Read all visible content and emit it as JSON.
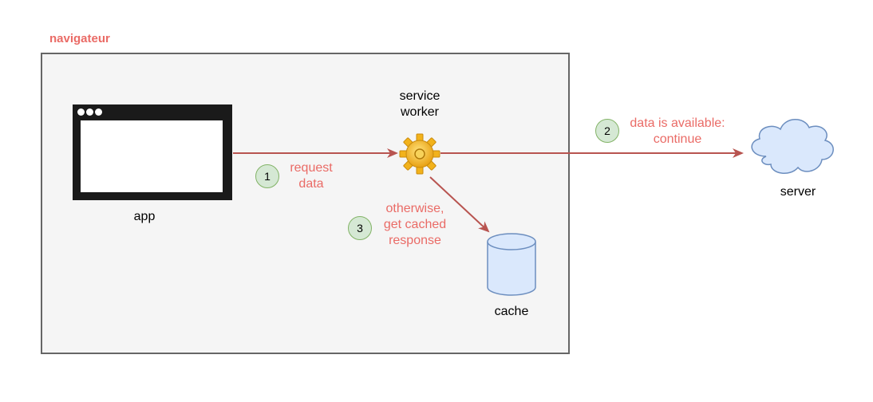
{
  "browser": {
    "label": "navigateur"
  },
  "nodes": {
    "app": "app",
    "service_worker": [
      "service",
      "worker"
    ],
    "server": "server",
    "cache": "cache"
  },
  "steps": [
    {
      "number": "1",
      "lines": [
        "request",
        "data"
      ]
    },
    {
      "number": "2",
      "lines": [
        "data is available:",
        "continue"
      ]
    },
    {
      "number": "3",
      "lines": [
        "otherwise,",
        "get cached",
        "response"
      ]
    }
  ],
  "colors": {
    "accent_red": "#ea6b66",
    "arrow": "#b85450",
    "badge_fill": "#d5e8d4",
    "badge_stroke": "#82b366",
    "cloud_fill": "#dae8fc",
    "cloud_stroke": "#6c8ebf",
    "gear": "#f2b21b"
  }
}
